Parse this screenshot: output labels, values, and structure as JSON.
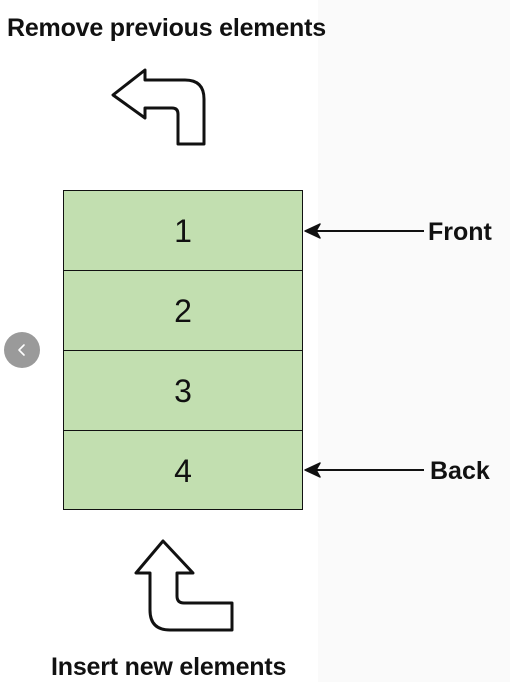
{
  "title_remove": "Remove previous elements",
  "title_insert": "Insert new elements",
  "queue": {
    "cells": [
      "1",
      "2",
      "3",
      "4"
    ]
  },
  "pointers": {
    "front": "Front",
    "back": "Back"
  },
  "colors": {
    "cell_fill": "#c2dfb0",
    "stroke": "#111111",
    "nav_button": "#9a9a9a"
  },
  "icons": {
    "remove_arrow": "curved-arrow-up-left-icon",
    "insert_arrow": "curved-arrow-up-icon",
    "prev": "chevron-left-icon"
  }
}
